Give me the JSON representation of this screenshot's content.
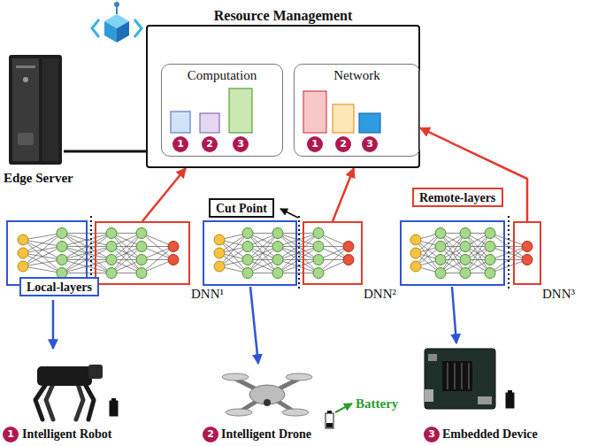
{
  "diagram": {
    "nodes": [
      {
        "text": [
          "Resource Management"
        ]
      },
      {
        "text": [
          "Computation"
        ],
        "in": 0
      },
      {
        "text": [
          "Network"
        ],
        "in": 0
      },
      {
        "text": [
          "Edge Server"
        ]
      },
      {
        "text": [
          "Cut Point"
        ]
      },
      {
        "text": [
          "Remote-layers"
        ]
      },
      {
        "text": [
          "DNN¹"
        ]
      },
      {
        "text": [
          "DNN²"
        ]
      },
      {
        "text": [
          "DNN³"
        ]
      },
      {
        "text": [
          "Local-layers"
        ]
      },
      {
        "text": [
          "Intelligent Robot"
        ]
      },
      {
        "text": [
          "Intelligent Drone"
        ]
      },
      {
        "text": [
          "Embedded Device"
        ]
      }
    ],
    "edges": [
      {
        "from": 3,
        "to": 0,
        "arrow": "none"
      },
      {
        "from": 6,
        "to": 0,
        "arrow": "to"
      },
      {
        "from": 7,
        "to": 0,
        "arrow": "to"
      },
      {
        "from": 8,
        "to": 0,
        "arrow": "to"
      }
    ],
    "labels": [
      "1",
      "2",
      "3",
      "1",
      "2",
      "3",
      "Battery",
      "1",
      "2",
      "3"
    ]
  }
}
